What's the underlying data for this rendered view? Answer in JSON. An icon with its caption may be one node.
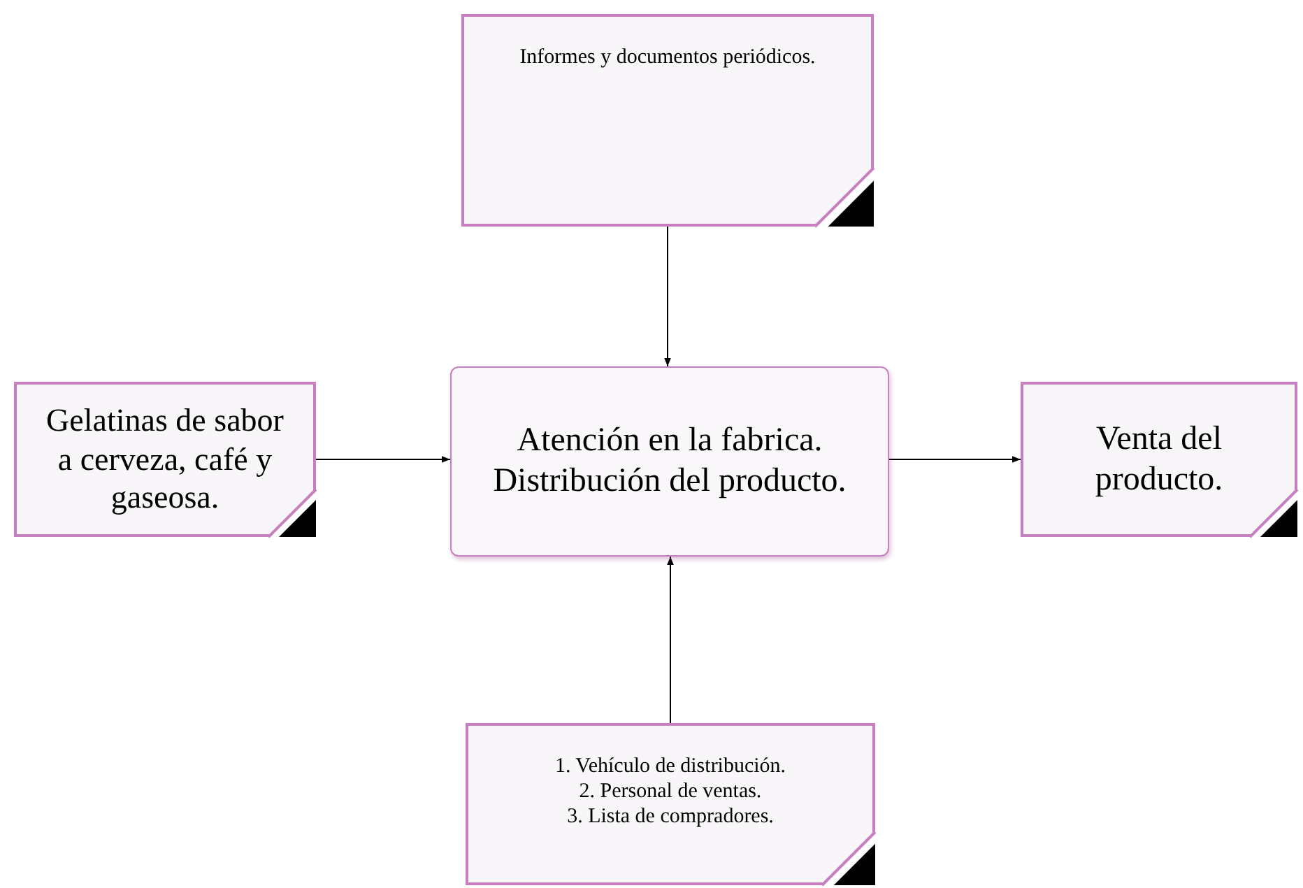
{
  "diagram": {
    "nodes": [
      {
        "text": [
          "Informes y documentos periódicos."
        ]
      },
      {
        "text": [
          "Gelatinas de sabor a cerveza, café y gaseosa."
        ]
      },
      {
        "text": [
          "Atención en la fabrica. Distribución del producto."
        ]
      },
      {
        "text": [
          "Venta del producto."
        ]
      },
      {
        "text": [
          "1. Vehículo de distribución.",
          "2. Personal de ventas.",
          "3. Lista de compradores."
        ]
      }
    ],
    "edges": [
      {
        "from": 0,
        "to": 2,
        "arrow": "to"
      },
      {
        "from": 1,
        "to": 2,
        "arrow": "to"
      },
      {
        "from": 2,
        "to": 3,
        "arrow": "to"
      },
      {
        "from": 4,
        "to": 2,
        "arrow": "to"
      }
    ]
  }
}
